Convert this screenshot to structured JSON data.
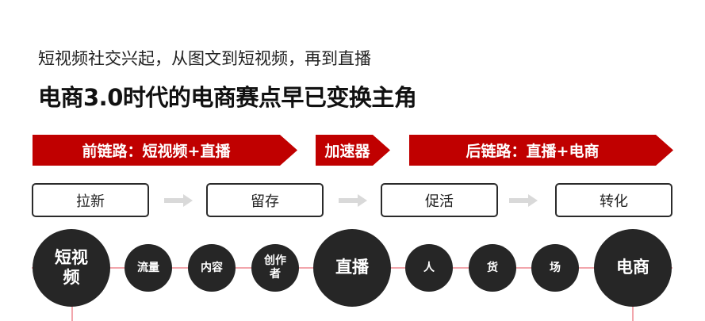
{
  "header": {
    "subtitle": "短视频社交兴起，从图文到短视频，再到直播",
    "title": "电商3.0时代的电商赛点早已变换主角"
  },
  "banners": [
    {
      "label": "前链路：短视频+直播"
    },
    {
      "label": "加速器"
    },
    {
      "label": "后链路：直播+电商"
    }
  ],
  "stages": [
    {
      "label": "拉新"
    },
    {
      "label": "留存"
    },
    {
      "label": "促活"
    },
    {
      "label": "转化"
    }
  ],
  "nodes": [
    {
      "label_line1": "短视",
      "label_line2": "频"
    },
    {
      "label_line1": "流量",
      "label_line2": ""
    },
    {
      "label_line1": "内容",
      "label_line2": ""
    },
    {
      "label_line1": "创作",
      "label_line2": "者"
    },
    {
      "label_line1": "直播",
      "label_line2": ""
    },
    {
      "label_line1": "人",
      "label_line2": ""
    },
    {
      "label_line1": "货",
      "label_line2": ""
    },
    {
      "label_line1": "场",
      "label_line2": ""
    },
    {
      "label_line1": "电商",
      "label_line2": ""
    }
  ],
  "colors": {
    "accent_red": "#c00000",
    "node_dark": "#262626",
    "connector_pink": "#f2a6ac",
    "arrow_gray": "#d9d9d9"
  }
}
